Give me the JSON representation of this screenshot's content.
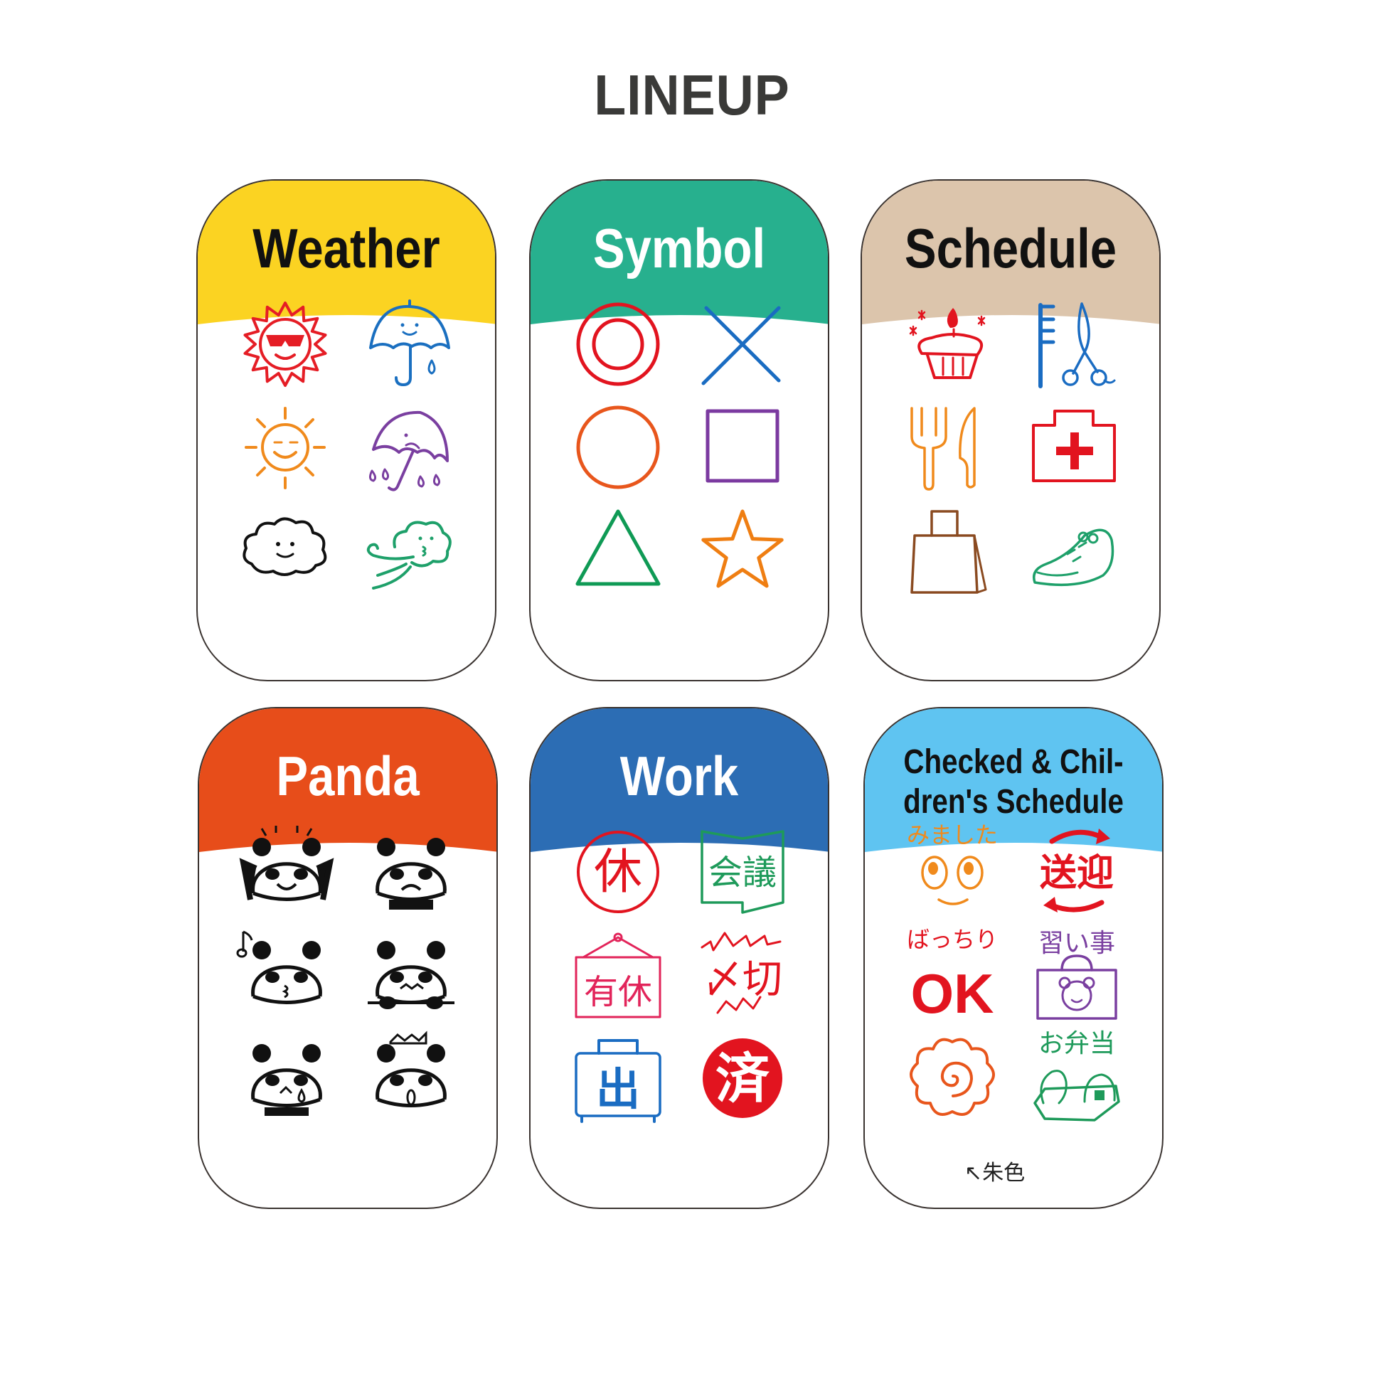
{
  "page": {
    "title": "LINEUP"
  },
  "colors": {
    "title_text": "#3a3a38",
    "card_border": "#3a3330",
    "weather": "#fbd322",
    "symbol": "#27b08e",
    "schedule": "#dcc5ac",
    "panda": "#e74d1a",
    "work": "#2c6db4",
    "checked": "#5fc4f1"
  },
  "cards": [
    {
      "title": "Weather",
      "header_color": "#fbd322",
      "title_color": "#111111",
      "stamps": [
        {
          "name": "sunglasses-sun-icon",
          "color": "#e51d25"
        },
        {
          "name": "umbrella-icon",
          "color": "#1a6fc0"
        },
        {
          "name": "smiling-sun-icon",
          "color": "#f08a1c"
        },
        {
          "name": "rainy-umbrella-icon",
          "color": "#7a3fa0"
        },
        {
          "name": "cloud-icon",
          "color": "#111111"
        },
        {
          "name": "windy-cloud-icon",
          "color": "#1ea06a"
        }
      ]
    },
    {
      "title": "Symbol",
      "header_color": "#27b08e",
      "title_color": "#ffffff",
      "stamps": [
        {
          "name": "double-circle-icon",
          "color": "#e2141f"
        },
        {
          "name": "cross-icon",
          "color": "#1a6cc2"
        },
        {
          "name": "circle-icon",
          "color": "#e8561c"
        },
        {
          "name": "square-icon",
          "color": "#7b3aa0"
        },
        {
          "name": "triangle-icon",
          "color": "#0f9a55"
        },
        {
          "name": "star-icon",
          "color": "#ef7e12"
        }
      ]
    },
    {
      "title": "Schedule",
      "header_color": "#dcc5ac",
      "title_color": "#111111",
      "stamps": [
        {
          "name": "birthday-cupcake-icon",
          "color": "#e2141f"
        },
        {
          "name": "comb-scissors-icon",
          "color": "#1a6cc2"
        },
        {
          "name": "fork-knife-icon",
          "color": "#f08a1c"
        },
        {
          "name": "first-aid-kit-icon",
          "color": "#e2141f"
        },
        {
          "name": "shopping-bag-icon",
          "color": "#8a4a20"
        },
        {
          "name": "sneaker-icon",
          "color": "#1ea06a"
        }
      ]
    },
    {
      "title": "Panda",
      "header_color": "#e74d1a",
      "title_color": "#ffffff",
      "stamps": [
        {
          "name": "panda-cheering-icon",
          "color": "#111111"
        },
        {
          "name": "panda-grumpy-icon",
          "color": "#111111"
        },
        {
          "name": "panda-whistling-icon",
          "color": "#111111"
        },
        {
          "name": "panda-peeking-icon",
          "color": "#111111"
        },
        {
          "name": "panda-crying-icon",
          "color": "#111111"
        },
        {
          "name": "panda-surprised-icon",
          "color": "#111111"
        }
      ]
    },
    {
      "title": "Work",
      "header_color": "#2c6db4",
      "title_color": "#ffffff",
      "stamps": [
        {
          "name": "day-off-circle-stamp",
          "color": "#e2141f",
          "text": "休"
        },
        {
          "name": "meeting-book-stamp",
          "color": "#1e9a5a",
          "text": "会議"
        },
        {
          "name": "paid-leave-sign-stamp",
          "color": "#e2245a",
          "text": "有休"
        },
        {
          "name": "deadline-burst-stamp",
          "color": "#e2141f",
          "text": "〆切"
        },
        {
          "name": "business-trip-suitcase-stamp",
          "color": "#1a6cc2",
          "text": "出"
        },
        {
          "name": "done-filled-circle-stamp",
          "color": "#e2141f",
          "text": "済"
        }
      ]
    },
    {
      "title_line1": "Checked & Chil-",
      "title_line2": "dren's Schedule",
      "header_color": "#5fc4f1",
      "title_color": "#111111",
      "stamps": [
        {
          "name": "mimashita-face-stamp",
          "color": "#f08a1c",
          "text": "みました"
        },
        {
          "name": "pickup-dropoff-stamp",
          "color": "#e2141f",
          "text": "送迎"
        },
        {
          "name": "bacchiri-ok-stamp",
          "color": "#e2141f",
          "text": "ばっちり",
          "text2": "OK"
        },
        {
          "name": "lessons-bag-stamp",
          "color": "#7a3fa0",
          "text": "習い事"
        },
        {
          "name": "flower-swirl-stamp",
          "color": "#e8561c"
        },
        {
          "name": "bento-stamp",
          "color": "#1e9a5a",
          "text": "お弁当"
        }
      ],
      "note": "↖朱色"
    }
  ]
}
